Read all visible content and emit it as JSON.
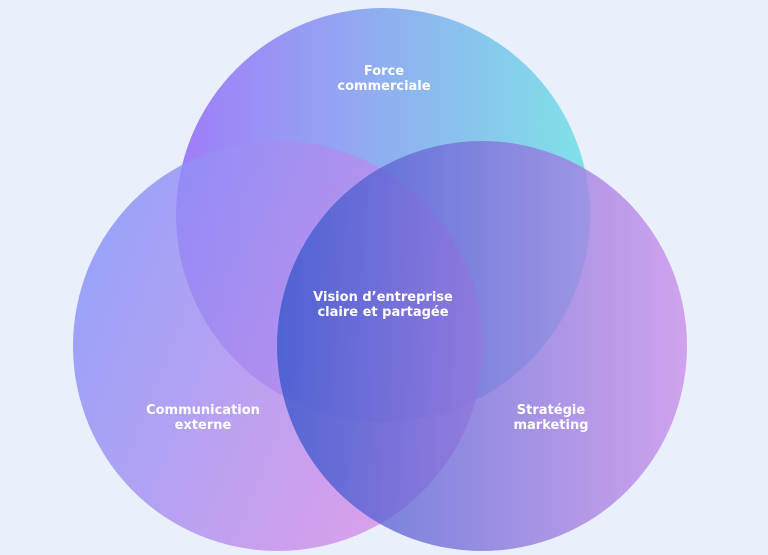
{
  "diagram": {
    "type": "venn",
    "sets": [
      {
        "label_line1": "Force",
        "label_line2": "commerciale",
        "color_start": "#a07cf9",
        "color_end": "#7fe2e8"
      },
      {
        "label_line1": "Communication",
        "label_line2": "externe",
        "color_start": "#7a90fa",
        "color_end": "#d88be6"
      },
      {
        "label_line1": "Stratégie",
        "label_line2": "marketing",
        "color_start": "#3656cc",
        "color_end": "#c98de9"
      }
    ],
    "center": {
      "label_line1": "Vision d’entreprise",
      "label_line2": "claire et partagée"
    },
    "background": "#eaf0fb"
  }
}
